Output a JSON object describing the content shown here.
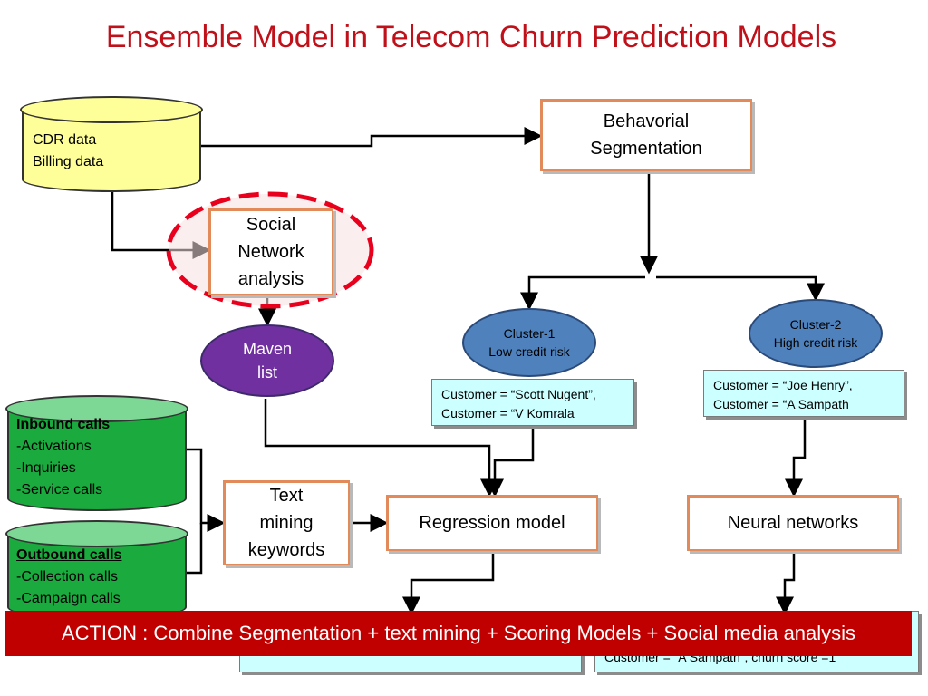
{
  "title": "Ensemble Model in Telecom Churn Prediction Models",
  "data_store": {
    "line1": "CDR data",
    "line2": "Billing data"
  },
  "behavioral_segmentation": {
    "line1": "Behavorial",
    "line2": "Segmentation"
  },
  "social_network": {
    "line1": "Social",
    "line2": "Network",
    "line3": "analysis"
  },
  "maven": {
    "line1": "Maven",
    "line2": "list"
  },
  "cluster1": {
    "line1": "Cluster-1",
    "line2": "Low credit risk"
  },
  "cluster2": {
    "line1": "Cluster-2",
    "line2": "High credit risk"
  },
  "customers_cluster1": {
    "line1": "Customer = “Scott Nugent”,",
    "line2": "Customer = “V Komrala"
  },
  "customers_cluster2": {
    "line1": "Customer = “Joe Henry”,",
    "line2": "Customer = “A Sampath"
  },
  "inbound": {
    "heading": "Inbound calls",
    "items": [
      "-Activations",
      "-Inquiries",
      "-Service calls"
    ]
  },
  "outbound": {
    "heading": "Outbound calls",
    "items": [
      "-Collection calls",
      "-Campaign calls"
    ]
  },
  "text_mining": {
    "line1": "Text",
    "line2": "mining",
    "line3": "keywords"
  },
  "regression": "Regression model",
  "neural": "Neural networks",
  "right_result": "Customer = “A Sampath”, churn score =1",
  "action": "ACTION : Combine Segmentation + text mining + Scoring Models + Social media analysis",
  "colors": {
    "title": "#c0111a",
    "box_border": "#e28a5a",
    "cylinder_yellow": "#ffff99",
    "cylinder_green": "#1aaa3e",
    "ellipse_blue": "#4f81bd",
    "ellipse_purple": "#7030a0",
    "customer_box": "#ccffff",
    "action_banner": "#c00000",
    "highlight_dash": "#e8001c"
  }
}
